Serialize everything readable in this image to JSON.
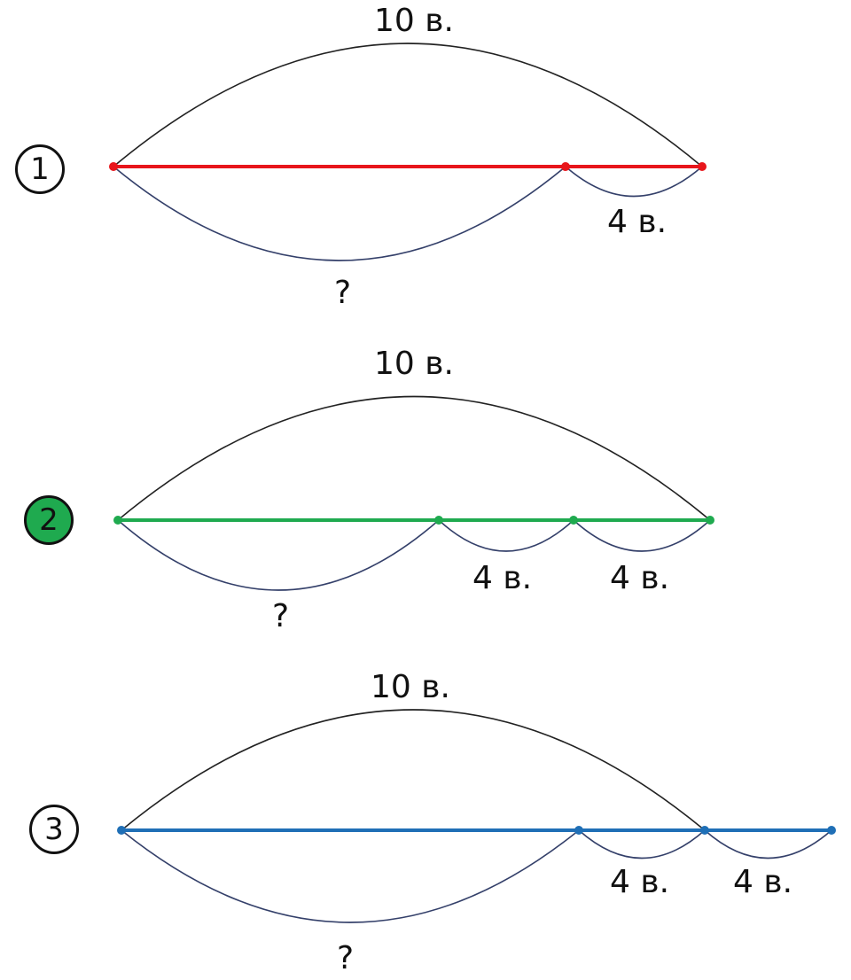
{
  "diagrams": [
    {
      "number": "1",
      "highlighted": false,
      "color": "#e8151b",
      "total_label": "10 в.",
      "unknown_label": "?",
      "segment_labels": [
        "4 в."
      ]
    },
    {
      "number": "2",
      "highlighted": true,
      "highlight_color": "#1faa4f",
      "color": "#1faa4f",
      "total_label": "10 в.",
      "unknown_label": "?",
      "segment_labels": [
        "4 в.",
        "4 в."
      ]
    },
    {
      "number": "3",
      "highlighted": false,
      "color": "#1f6fb6",
      "total_label": "10 в.",
      "unknown_label": "?",
      "segment_labels": [
        "4 в.",
        "4 в."
      ]
    }
  ],
  "arc_color": "#222222",
  "lower_arc_color": "#34406a"
}
